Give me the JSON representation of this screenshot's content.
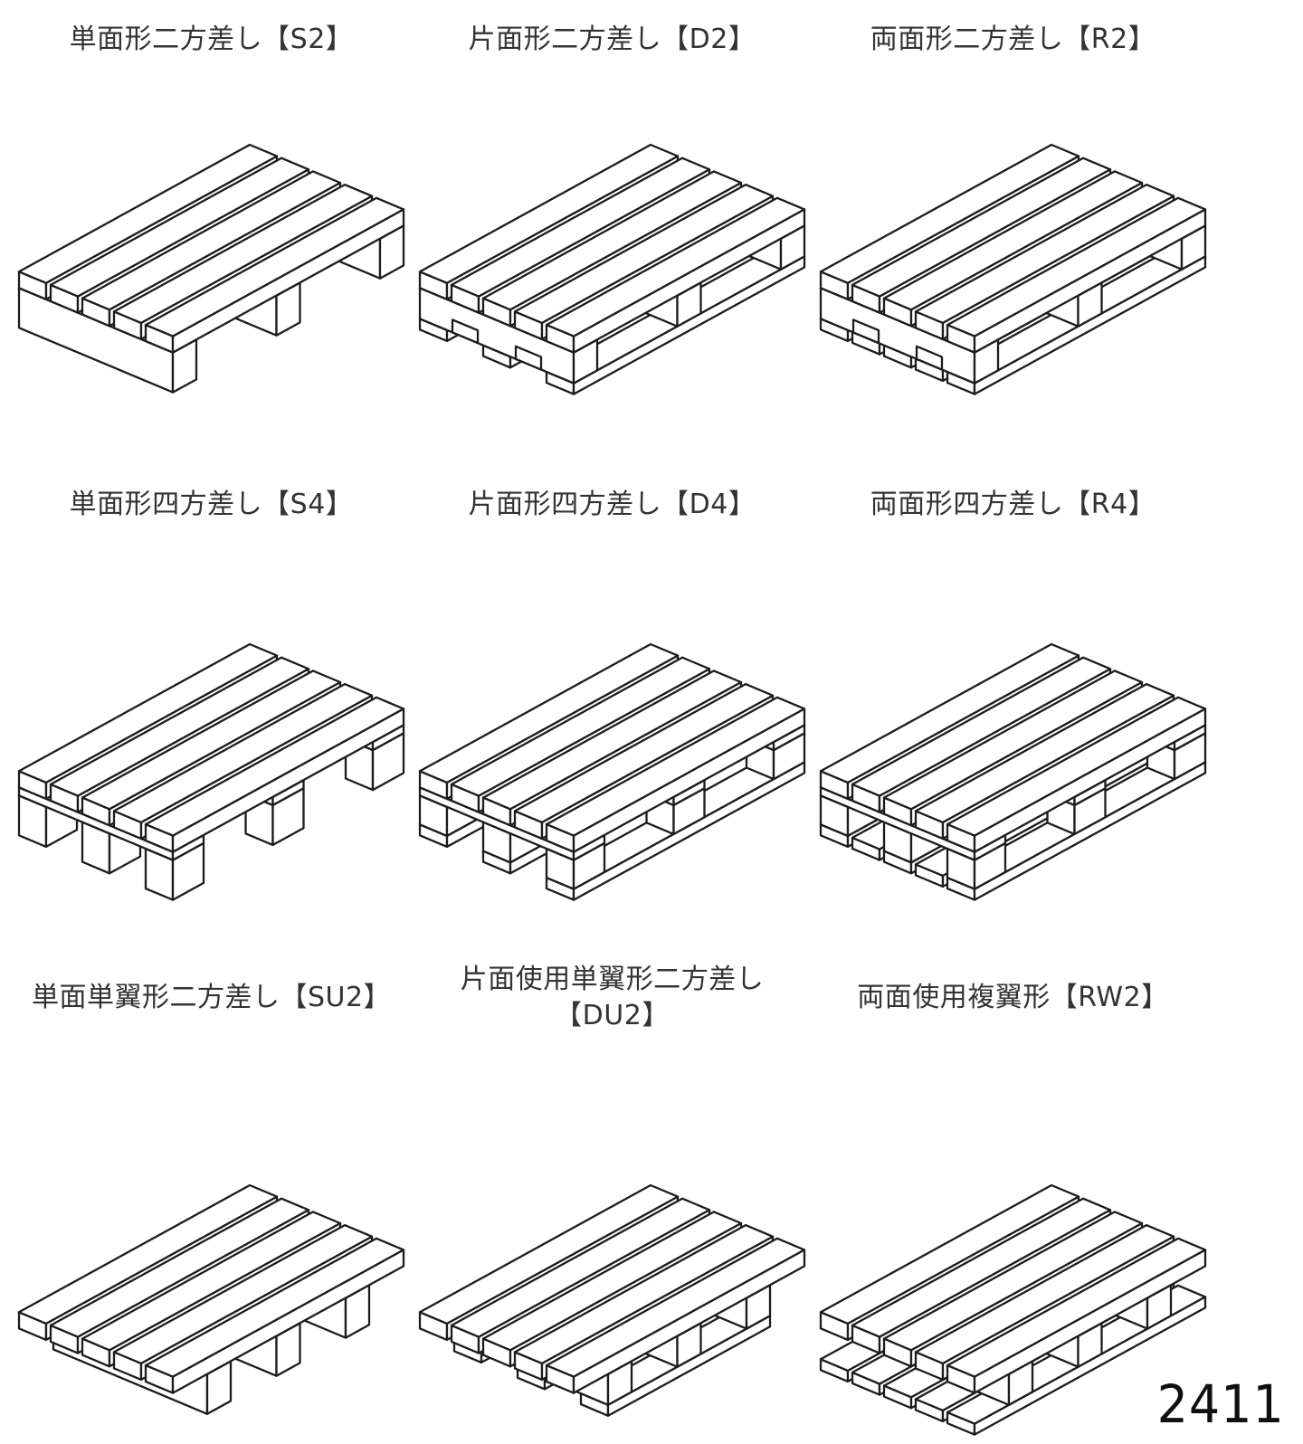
{
  "page": {
    "number": "2411"
  },
  "palette": {
    "line": "#1c1c1c",
    "label_text": "#333333",
    "background": "#ffffff"
  },
  "cells": [
    {
      "code": "S2",
      "label_lines": [
        "単面形二方差し【S2】"
      ]
    },
    {
      "code": "D2",
      "label_lines": [
        "片面形二方差し【D2】"
      ]
    },
    {
      "code": "R2",
      "label_lines": [
        "両面形二方差し【R2】"
      ]
    },
    {
      "code": "S4",
      "label_lines": [
        "単面形四方差し【S4】"
      ]
    },
    {
      "code": "D4",
      "label_lines": [
        "片面形四方差し【D4】"
      ]
    },
    {
      "code": "R4",
      "label_lines": [
        "両面形四方差し【R4】"
      ]
    },
    {
      "code": "SU2",
      "label_lines": [
        "単面単翼形二方差し【SU2】"
      ]
    },
    {
      "code": "DU2",
      "label_lines": [
        "片面使用単翼形二方差し",
        "【DU2】"
      ]
    },
    {
      "code": "RW2",
      "label_lines": [
        "両面使用複翼形【RW2】"
      ]
    }
  ]
}
